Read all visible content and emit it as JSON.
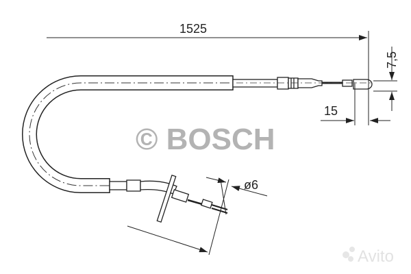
{
  "drawing": {
    "dimensions": {
      "length": "1525",
      "end_offset": "7,5",
      "end_length": "15",
      "diameter": "ø6"
    },
    "logo": "© BOSCH",
    "watermark": "Avito",
    "colors": {
      "line": "#222222",
      "logo": "#b3b3b3",
      "watermark": "#e2e2e2"
    }
  }
}
